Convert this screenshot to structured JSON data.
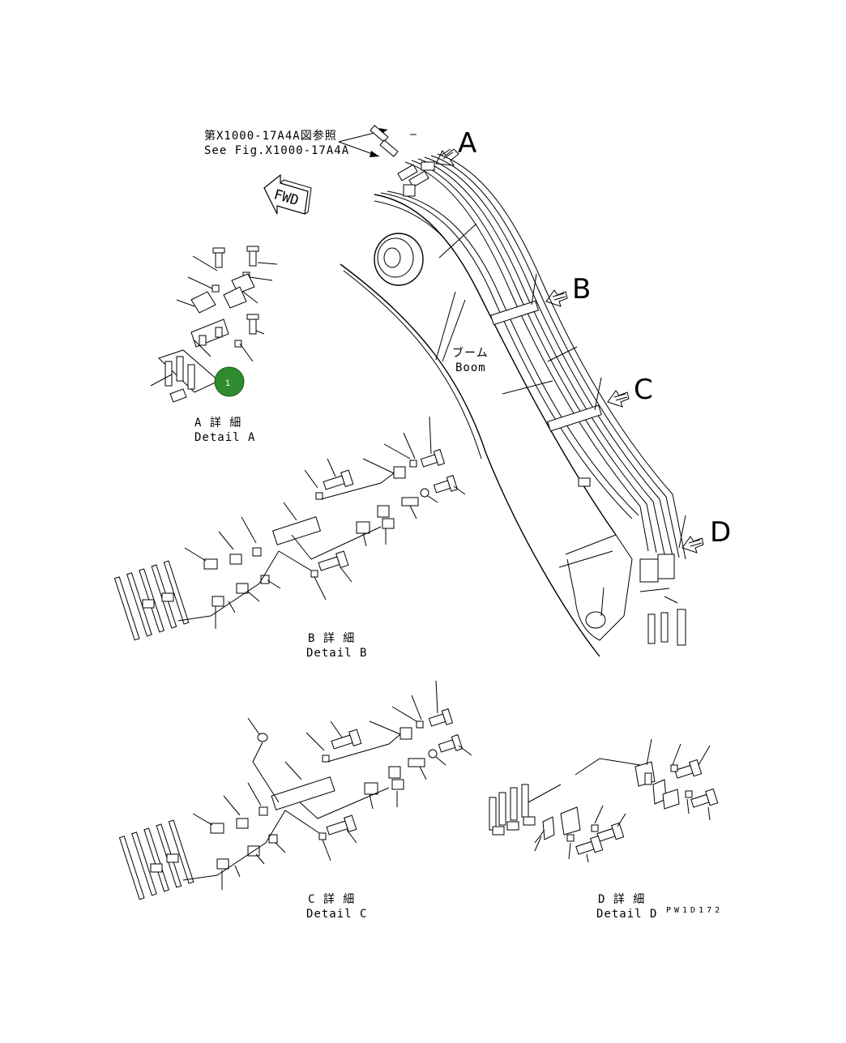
{
  "reference": {
    "line1": "第X1000-17A4A図参照",
    "line2": "See Fig.X1000-17A4A"
  },
  "fwd_label": "FWD",
  "section_letters": {
    "a": "A",
    "b": "B",
    "c": "C",
    "d": "D"
  },
  "boom_label": {
    "jp": "ブーム",
    "en": "Boom"
  },
  "details": {
    "a": {
      "jp": "A 詳 細",
      "en": "Detail A"
    },
    "b": {
      "jp": "B 詳 細",
      "en": "Detail B"
    },
    "c": {
      "jp": "C 詳 細",
      "en": "Detail C"
    },
    "d": {
      "jp": "D 詳 細",
      "en": "Detail D"
    }
  },
  "callout": {
    "number": "1",
    "color": "#2e8b2e"
  },
  "drawing_id": "PW1D172"
}
